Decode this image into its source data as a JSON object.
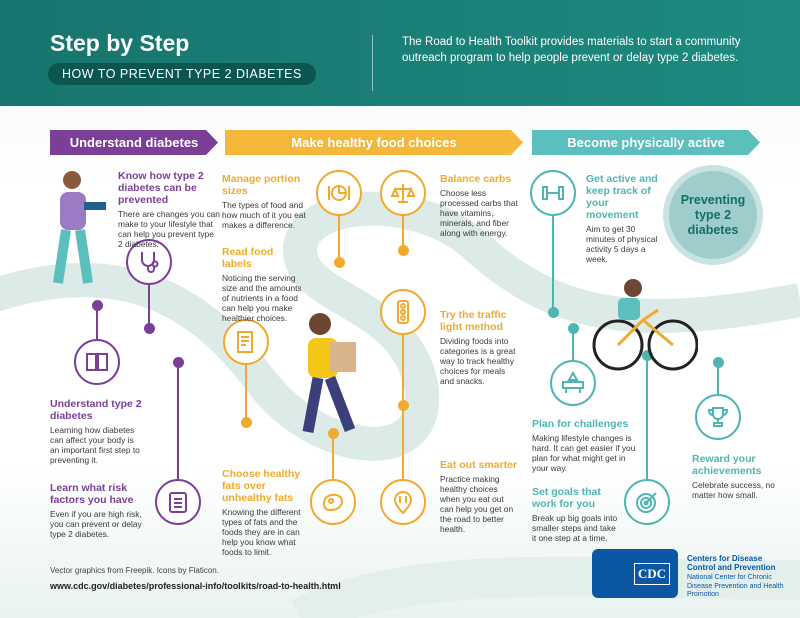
{
  "header": {
    "title": "Step by Step",
    "subtitle": "HOW TO PREVENT TYPE 2 DIABETES",
    "intro": "The Road to Health Toolkit provides materials to start a community outreach program to help people prevent or delay type 2 diabetes."
  },
  "colors": {
    "header": "#17756d",
    "purple": "#7b3f98",
    "yellow": "#f2aa2e",
    "teal": "#4fb5b3",
    "cdc_blue": "#0b57a4"
  },
  "sections": [
    {
      "banner": "Understand diabetes",
      "items": [
        {
          "title": "Know how type 2 diabetes can be prevented",
          "body": "There are changes you can make to your lifestyle that can help you prevent type 2 diabetes.",
          "icon": "stethoscope-icon"
        },
        {
          "title": "Understand type 2 diabetes",
          "body": "Learning how diabetes can affect your body is an important first step to preventing it.",
          "icon": "book-icon"
        },
        {
          "title": "Learn what risk factors you have",
          "body": "Even if you are high risk, you can prevent or delay type 2 diabetes.",
          "icon": "clipboard-icon"
        }
      ]
    },
    {
      "banner": "Make healthy food choices",
      "items": [
        {
          "title": "Manage portion sizes",
          "body": "The types of food and how much of it you eat makes a difference.",
          "icon": "plate-icon"
        },
        {
          "title": "Balance carbs",
          "body": "Choose less processed carbs that have vitamins, minerals, and fiber along with energy.",
          "icon": "scale-icon"
        },
        {
          "title": "Read food labels",
          "body": "Noticing the serving size and the amounts of nutrients in a food can help you make healthier choices.",
          "icon": "food-label-icon"
        },
        {
          "title": "Try the traffic light method",
          "body": "Dividing foods into categories is a great way to track healthy choices for meals and snacks.",
          "icon": "traffic-light-icon"
        },
        {
          "title": "Choose healthy fats over unhealthy fats",
          "body": "Knowing the different types of fats and the foods they are in can help you know what foods to limit.",
          "icon": "steak-icon"
        },
        {
          "title": "Eat out smarter",
          "body": "Practice making healthy choices when you eat out can help you get on the road to better health.",
          "icon": "restaurant-pin-icon"
        }
      ]
    },
    {
      "banner": "Become physically active",
      "items": [
        {
          "title": "Get active and keep track of your movement",
          "body": "Aim to get 30 minutes of physical activity 5 days a week.",
          "icon": "dumbbell-icon"
        },
        {
          "title": "Plan for challenges",
          "body": "Making lifestyle changes is hard. It can get easier if you plan for what might get in your way.",
          "icon": "barrier-icon"
        },
        {
          "title": "Set goals that work for you",
          "body": "Break up big goals into smaller steps and take it one step at a time.",
          "icon": "target-icon"
        },
        {
          "title": "Reward your achievements",
          "body": "Celebrate success, no matter how small.",
          "icon": "trophy-icon"
        }
      ]
    }
  ],
  "goal": "Preventing type 2 diabetes",
  "footer": {
    "credits": "Vector graphics from Freepik. Icons by Flaticon.",
    "url": "www.cdc.gov/diabetes/professional-info/toolkits/road-to-health.html"
  },
  "cdc": {
    "logo_text": "CDC",
    "name": "Centers for Disease Control and Prevention",
    "center": "National Center for Chronic Disease Prevention and Health Promotion"
  }
}
